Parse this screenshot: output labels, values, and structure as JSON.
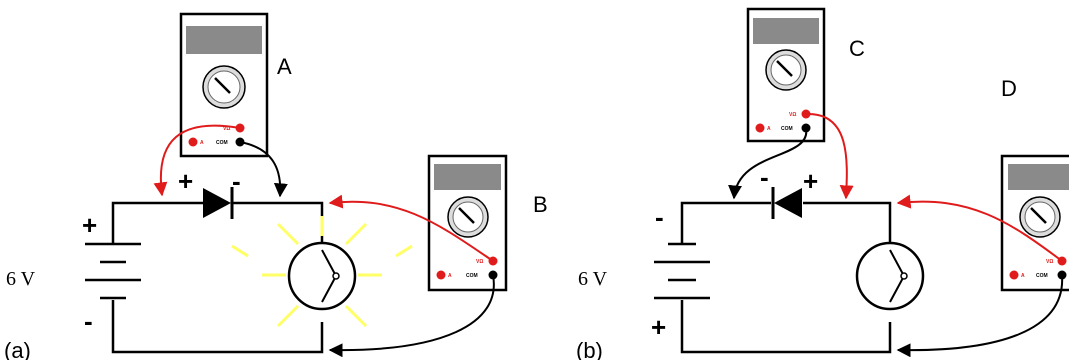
{
  "panels": [
    {
      "id": "a",
      "caption": "(a)",
      "voltage": "6 V",
      "battery_top_sign": "+",
      "battery_bottom_sign": "-",
      "diode_left_sign": "+",
      "diode_right_sign": "-",
      "meters": [
        {
          "letter": "A",
          "jack_v": "VΩ",
          "jack_a": "A",
          "jack_com": "COM"
        },
        {
          "letter": "B",
          "jack_v": "VΩ",
          "jack_a": "A",
          "jack_com": "COM"
        }
      ],
      "lamp_lit": true
    },
    {
      "id": "b",
      "caption": "(b)",
      "voltage": "6 V",
      "battery_top_sign": "-",
      "battery_bottom_sign": "+",
      "diode_left_sign": "-",
      "diode_right_sign": "+",
      "meters": [
        {
          "letter": "C",
          "jack_v": "VΩ",
          "jack_a": "A",
          "jack_com": "COM"
        },
        {
          "letter": "D",
          "jack_v": "VΩ",
          "jack_a": "A",
          "jack_com": "COM"
        }
      ],
      "lamp_lit": false
    }
  ],
  "colors": {
    "wire": "#000000",
    "probe_red": "#e01b1b",
    "meter_display": "#8a8a8a",
    "glow": "#ffff66"
  }
}
